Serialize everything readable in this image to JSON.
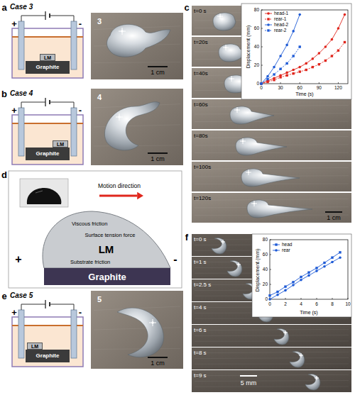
{
  "diagram": {
    "nodes": [
      {
        "text": [
          "LM"
        ]
      },
      {
        "text": [
          "Graphite"
        ]
      },
      {
        "text": [
          "LM"
        ]
      },
      {
        "text": [
          "Graphite"
        ]
      },
      {
        "text": [
          "LM"
        ]
      },
      {
        "text": [
          "Graphite"
        ]
      },
      {
        "text": [
          "LM"
        ]
      },
      {
        "text": [
          "Graphite"
        ]
      }
    ],
    "labels": [
      "a",
      "Case 3",
      "+",
      "-",
      "3",
      "1 cm",
      "b",
      "Case 4",
      "+",
      "-",
      "4",
      "1 cm",
      "c",
      "t=0 s",
      "t=20s",
      "t=40s",
      "t=60s",
      "t=80s",
      "t=100s",
      "t=120s",
      "Displacement (mm)",
      "Time (s)",
      "0",
      "20",
      "40",
      "60",
      "80",
      "0",
      "30",
      "60",
      "90",
      "120",
      "1 cm",
      "d",
      "Motion direction",
      "Viscous friction",
      "Surface tension force",
      "Substrate friction",
      "+",
      "-",
      "e",
      "Case 5",
      "+",
      "-",
      "5",
      "1 cm",
      "f",
      "t=0 s",
      "t=1 s",
      "t=2.5 s",
      "t=4 s",
      "t=6 s",
      "t=8 s",
      "t=9 s",
      "Displacement (mm)",
      "Time (s)",
      "0",
      "20",
      "40",
      "60",
      "80",
      "0",
      "2",
      "4",
      "6",
      "8",
      "10",
      "5 mm"
    ],
    "legend": [
      {
        "text": "head-1"
      },
      {
        "text": "rear-1"
      },
      {
        "text": "head-2"
      },
      {
        "text": "rear-2"
      },
      {
        "text": "head"
      },
      {
        "text": "rear"
      }
    ]
  }
}
